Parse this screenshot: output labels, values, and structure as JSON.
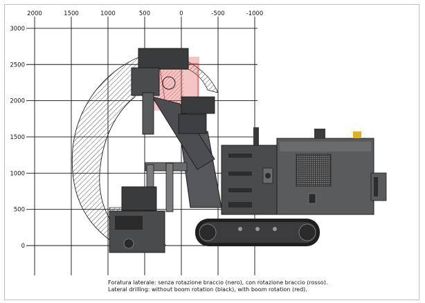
{
  "diagram": {
    "x_axis": {
      "tick_labels": [
        "2000",
        "1500",
        "1000",
        "500",
        "0",
        "-500",
        "-1000"
      ],
      "tick_values": [
        2000,
        1500,
        1000,
        500,
        0,
        -500,
        -1000
      ]
    },
    "y_axis": {
      "tick_labels": [
        "3000",
        "2500",
        "2000",
        "1500",
        "1000",
        "500",
        "0"
      ],
      "tick_values": [
        3000,
        2500,
        2000,
        1500,
        1000,
        500,
        0
      ]
    },
    "colors": {
      "grid": "#111111",
      "machine_body": "#4a4b4d",
      "machine_dark": "#2a2a2b",
      "hatch_black": "#222222",
      "boom_rotation_red": "#d43a3a",
      "beacon": "#e0b020"
    }
  },
  "caption": {
    "line_it": "Foratura laterale: senza rotazione braccio (nero), con rotazione braccio (rosso).",
    "line_en": "Lateral drilling: without boom rotation (black), with boom rotation (red)."
  }
}
